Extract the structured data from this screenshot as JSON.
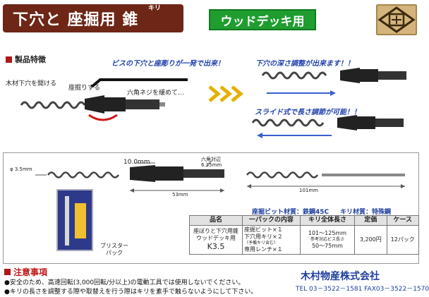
{
  "header": {
    "title": "下穴と 座掘用 錐",
    "title_ruby": "キリ",
    "product_label": "ウッドデッキ用"
  },
  "features": {
    "section_title": "製品特徴",
    "caption_top": "ビスの下穴と座彫りが一発で出来！",
    "caption_depth": "下穴の深さ調整が出来ます！！",
    "caption_slide": "スライド式で長さ調節が可能！！",
    "label_pilot": "木材下穴を開ける",
    "label_counterbore": "座掘りする",
    "label_hex": "六角ネジを緩めて…"
  },
  "dimensions": {
    "dim_10": "10.0mm",
    "dim_hex_title": "六角対辺",
    "dim_hex_value": "6.35mm",
    "dim_phi": "φ 3.5mm",
    "dim_53": "53mm",
    "dim_101": "101mm"
  },
  "package": {
    "blister_label": "ブリスター\nパック"
  },
  "materials": {
    "counterbore_bit": "座掘ビット材質：鉄鋼45C",
    "drill_bit": "キリ材質：特殊鋼"
  },
  "spec_table": {
    "headers": [
      "品名",
      "一パックの内容",
      "キリ全体長さ",
      "定価",
      "ケース"
    ],
    "row": {
      "name_1": "座ぼりと下穴用錐",
      "name_2": "ウッドデッキ用",
      "name_3": "K3.5",
      "content_1": "座掘ビット×１",
      "content_2": "下穴用キリ×２",
      "content_2_note": "（予備キリ含む）",
      "content_3": "専用レンチ×１",
      "length_1": "101～125mm",
      "length_note": "参考対応ビス長さ",
      "length_2": "50～75mm",
      "price": "3,200円",
      "case": "12パック"
    }
  },
  "caution": {
    "section_title": "注意事項",
    "line_1": "●安全のため、高速回転(3,000回転/分以上)の電動工具では使用しないでください。",
    "line_2": "●キリの長さを調整する際や取替えを行う際はキリを素手で触らないようにして下さい。"
  },
  "company": {
    "name": "木村物産株式会社",
    "contact": "TEL 03－3522－1581  FAX03－3522－1570"
  },
  "colors": {
    "title_bg": "#6e2616",
    "label_bg": "#1f9d2f",
    "accent_blue": "#1f3fae",
    "caution_red": "#c01818"
  }
}
